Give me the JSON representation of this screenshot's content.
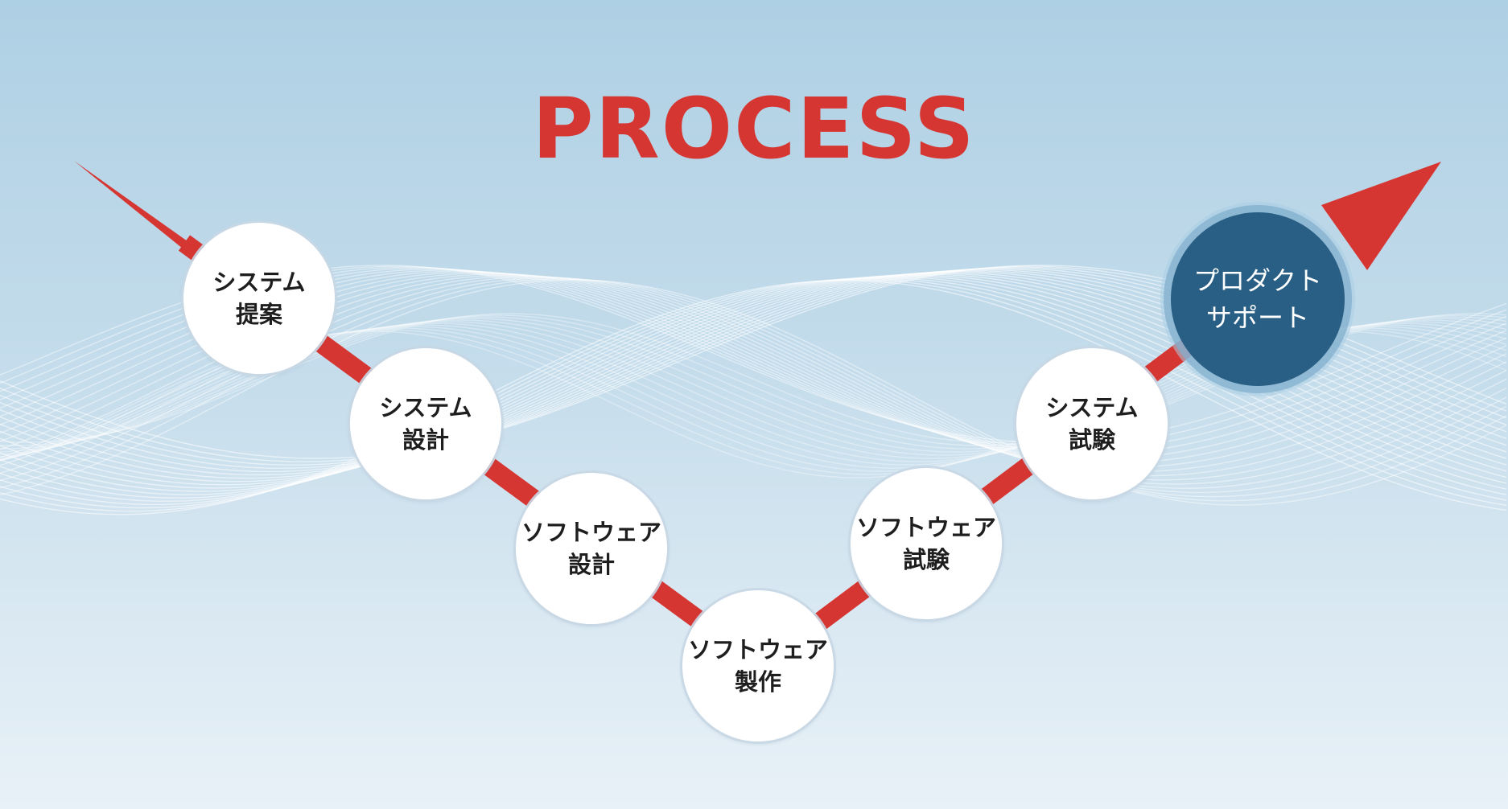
{
  "title": "PROCESS",
  "colors": {
    "accent": "#d63632",
    "title": "#d63632",
    "node_fill": "#ffffff",
    "node_text": "#1e1e1e",
    "final_fill": "#2a5f85",
    "final_text": "#ffffff"
  },
  "steps": [
    {
      "line1": "システム",
      "line2": "提案"
    },
    {
      "line1": "システム",
      "line2": "設計"
    },
    {
      "line1": "ソフトウェア",
      "line2": "設計"
    },
    {
      "line1": "ソフトウェア",
      "line2": "製作"
    },
    {
      "line1": "ソフトウェア",
      "line2": "試験"
    },
    {
      "line1": "システム",
      "line2": "試験"
    },
    {
      "line1": "プロダクト",
      "line2": "サポート"
    }
  ]
}
